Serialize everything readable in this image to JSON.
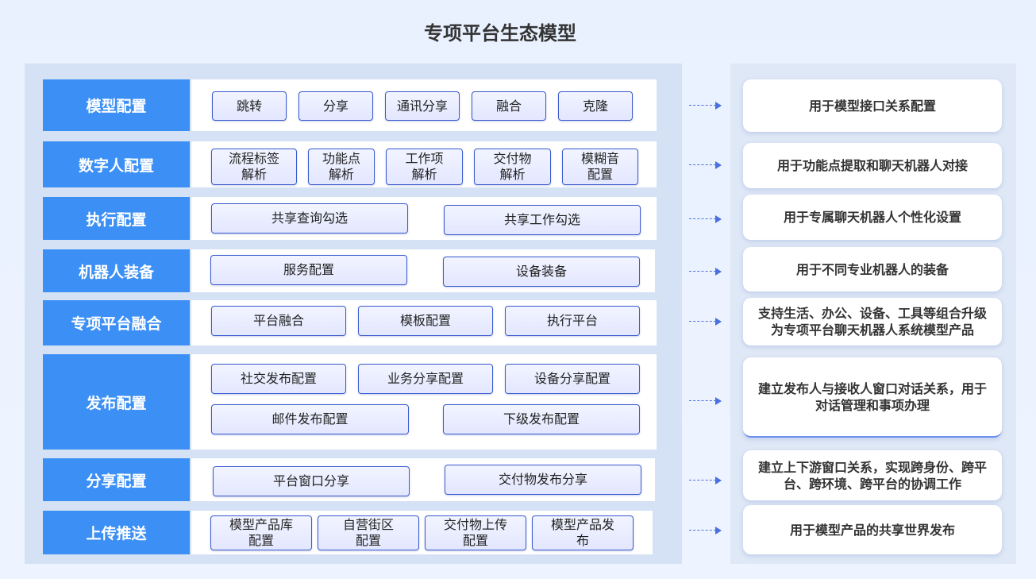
{
  "title": "专项平台生态模型",
  "rows": [
    {
      "category": "模型配置",
      "items": [
        "跳转",
        "分享",
        "通讯分享",
        "融合",
        "克隆"
      ],
      "description": "用于模型接口关系配置"
    },
    {
      "category": "数字人配置",
      "items": [
        "流程标签\n解析",
        "功能点\n解析",
        "工作项\n解析",
        "交付物\n解析",
        "模糊音\n配置"
      ],
      "description": "用于功能点提取和聊天机器人对接"
    },
    {
      "category": "执行配置",
      "items": [
        "共享查询勾选",
        "共享工作勾选"
      ],
      "description": "用于专属聊天机器人个性化设置"
    },
    {
      "category": "机器人装备",
      "items": [
        "服务配置",
        "设备装备"
      ],
      "description": "用于不同专业机器人的装备"
    },
    {
      "category": "专项平台融合",
      "items": [
        "平台融合",
        "模板配置",
        "执行平台"
      ],
      "description": "支持生活、办公、设备、工具等组合升级为专项平台聊天机器人系统模型产品"
    },
    {
      "category": "发布配置",
      "items": [
        "社交发布配置",
        "业务分享配置",
        "设备分享配置",
        "邮件发布配置",
        "下级发布配置"
      ],
      "description": "建立发布人与接收人窗口对话关系，用于对话管理和事项办理"
    },
    {
      "category": "分享配置",
      "items": [
        "平台窗口分享",
        "交付物发布分享"
      ],
      "description": "建立上下游窗口关系，实现跨身份、跨平台、跨环境、跨平台的协调工作"
    },
    {
      "category": "上传推送",
      "items": [
        "模型产品库\n配置",
        "自营街区\n配置",
        "交付物上传\n配置",
        "模型产品发\n布"
      ],
      "description": "用于模型产品的共享世界发布"
    }
  ]
}
